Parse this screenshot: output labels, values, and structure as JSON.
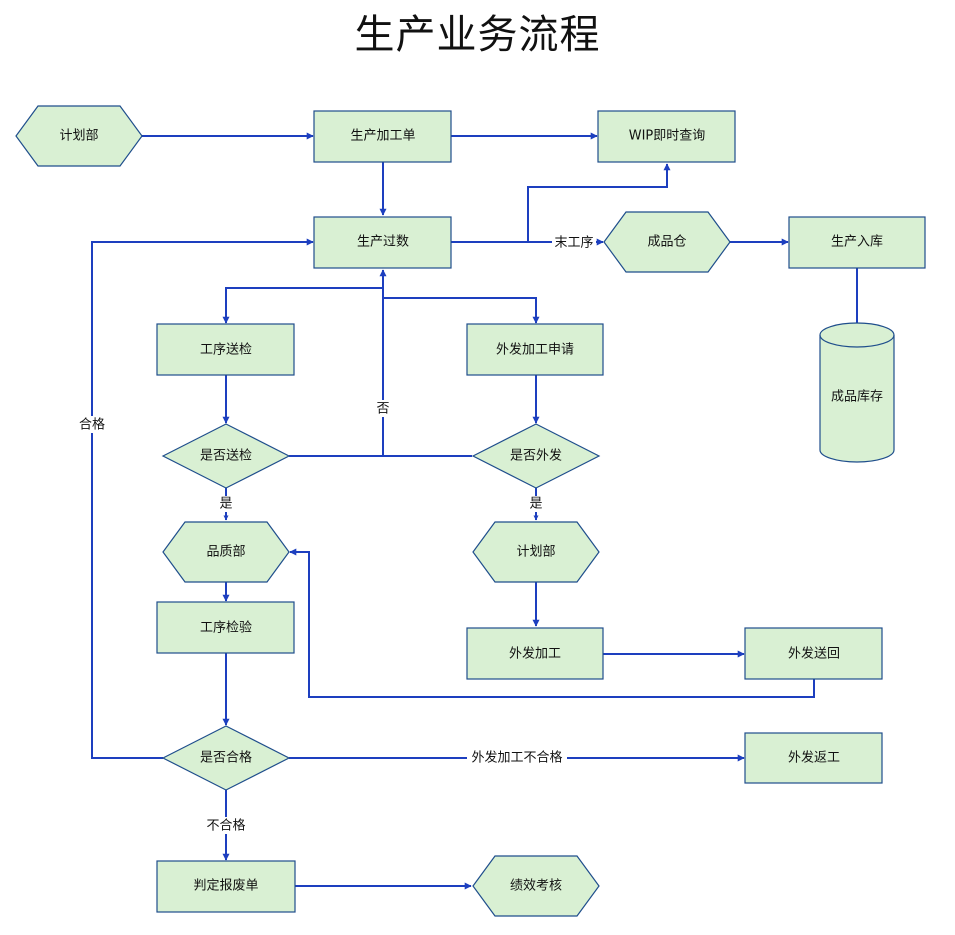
{
  "title": "生产业务流程",
  "nodes": {
    "plan_dept_top": "计划部",
    "work_order": "生产加工单",
    "wip_query": "WIP即时查询",
    "production_pass": "生产过数",
    "finished_warehouse": "成品仓",
    "production_inbound": "生产入库",
    "finished_inventory": "成品库存",
    "process_inspection_submit": "工序送检",
    "outsource_request": "外发加工申请",
    "whether_inspection": "是否送检",
    "whether_outsource": "是否外发",
    "quality_dept": "品质部",
    "plan_dept_mid": "计划部",
    "process_inspection": "工序检验",
    "outsource_processing": "外发加工",
    "outsource_return": "外发送回",
    "whether_qualified": "是否合格",
    "outsource_rework": "外发返工",
    "scrap_order": "判定报废单",
    "performance_review": "绩效考核"
  },
  "edge_labels": {
    "last_process": "末工序",
    "no": "否",
    "yes_inspection": "是",
    "yes_outsource": "是",
    "qualified": "合格",
    "outsource_unqualified": "外发加工不合格",
    "unqualified": "不合格"
  },
  "colors": {
    "node_fill": "#d9f0d3",
    "node_stroke": "#1f4e8c",
    "edge": "#1d3fbf"
  }
}
